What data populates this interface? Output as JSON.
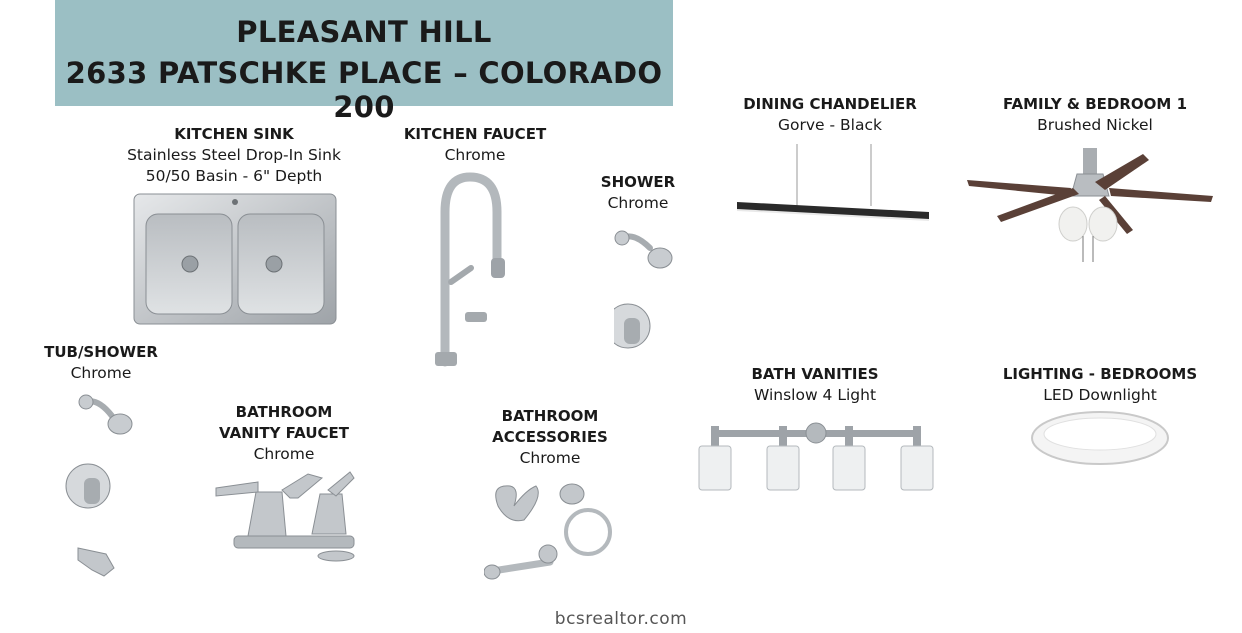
{
  "header": {
    "line1": "PLEASANT HILL",
    "line2": "2633 PATSCHKE PLACE – COLORADO 200"
  },
  "items": {
    "kitchen_sink": {
      "title": "KITCHEN SINK",
      "line1": "Stainless Steel Drop-In Sink",
      "line2": "50/50 Basin - 6\" Depth"
    },
    "kitchen_faucet": {
      "title": "KITCHEN FAUCET",
      "line1": "Chrome"
    },
    "shower": {
      "title": "SHOWER",
      "line1": "Chrome"
    },
    "dining_chandelier": {
      "title": "DINING CHANDELIER",
      "line1": "Gorve - Black"
    },
    "family_bedroom": {
      "title": "FAMILY & BEDROOM 1",
      "line1": "Brushed Nickel"
    },
    "tub_shower": {
      "title": "TUB/SHOWER",
      "line1": "Chrome"
    },
    "bathroom_vanity_faucet": {
      "title_line1": "BATHROOM",
      "title_line2": "VANITY FAUCET",
      "line1": "Chrome"
    },
    "bathroom_accessories": {
      "title_line1": "BATHROOM",
      "title_line2": "ACCESSORIES",
      "line1": "Chrome"
    },
    "bath_vanities": {
      "title": "BATH VANITIES",
      "line1": "Winslow 4 Light"
    },
    "lighting_bedrooms": {
      "title": "LIGHTING - BEDROOMS",
      "line1": "LED Downlight"
    }
  },
  "footer": {
    "watermark": "bcsrealtor.com"
  }
}
